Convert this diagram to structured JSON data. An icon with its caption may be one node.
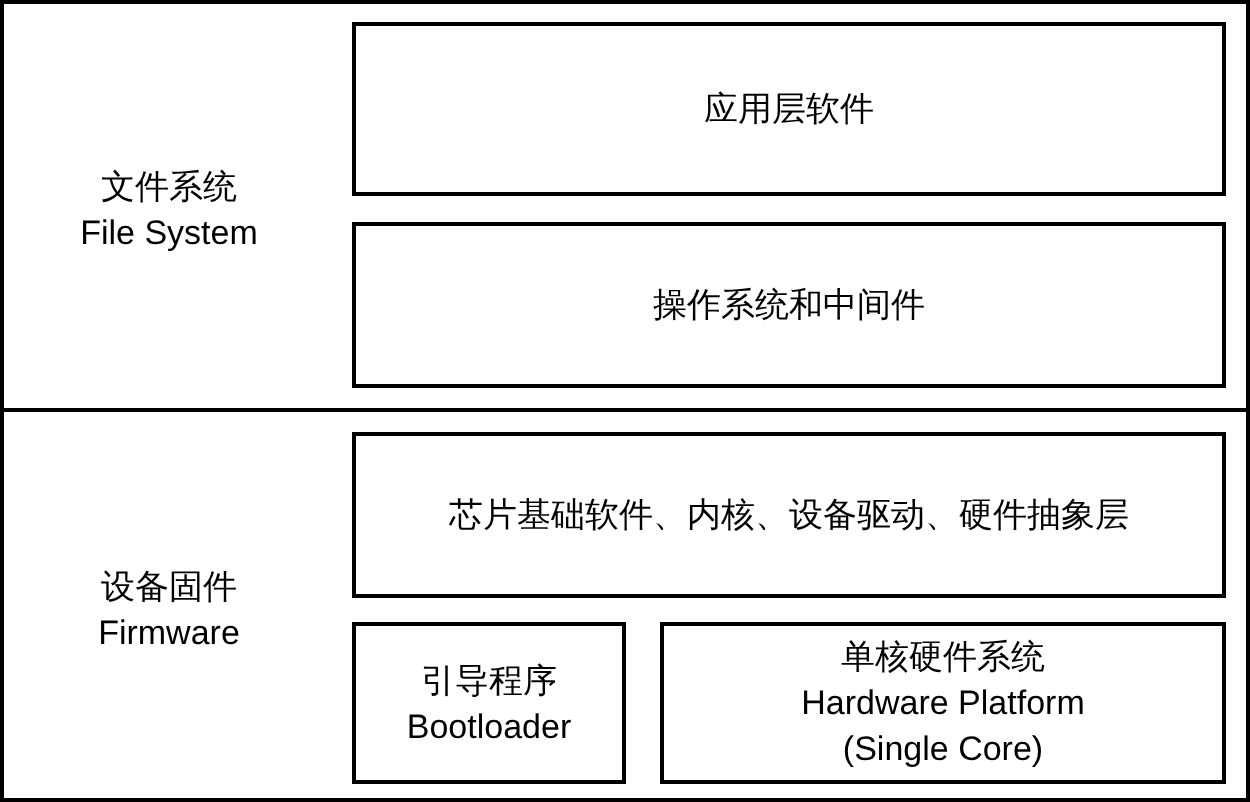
{
  "diagram": {
    "nodes": [
      {
        "text": [
          "文件系统",
          "File System"
        ]
      },
      {
        "text": [
          "应用层软件"
        ],
        "in": 0
      },
      {
        "text": [
          "操作系统和中间件"
        ],
        "in": 0
      },
      {
        "text": [
          "设备固件",
          "Firmware"
        ]
      },
      {
        "text": [
          "芯片基础软件、内核、设备驱动、硬件抽象层"
        ],
        "in": 3
      },
      {
        "text": [
          "引导程序",
          "Bootloader"
        ],
        "in": 3
      },
      {
        "text": [
          "单核硬件系统",
          "Hardware Platform (Single Core)"
        ],
        "in": 3
      }
    ]
  }
}
